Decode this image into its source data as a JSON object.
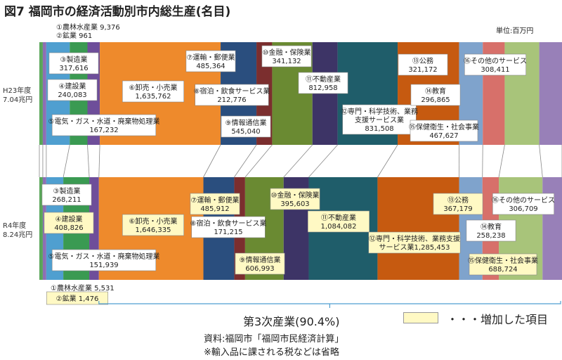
{
  "header": {
    "title": "図7 福岡市の経済活動別市内総生産(名目)",
    "unit": "単位:百万円"
  },
  "footer": {
    "tertiary": "第3次産業(90.4%)",
    "legend": "・・・増加した項目",
    "source": "資料:福岡市「福岡市民経済計算」",
    "note": "※輸入品に課される税などは省略"
  },
  "colors": {
    "highlight": "#fff9c4",
    "industries": [
      "#5aa65a",
      "#8e6fb3",
      "#4f9fd0",
      "#3a9a52",
      "#6e4e9a",
      "#ee8a2c",
      "#2a4e7e",
      "#7b2e2e",
      "#6a8a32",
      "#3d3466",
      "#1f5d6a",
      "#c65a10",
      "#7fa3cc",
      "#d7706a",
      "#a8c47a",
      "#9880b8"
    ]
  },
  "chart_data": {
    "type": "bar",
    "stacked": true,
    "orientation": "horizontal",
    "grid": false,
    "categories": [
      "①農林水産業",
      "②鉱業",
      "③製造業",
      "④建設業",
      "⑤電気・ガス・水道・廃棄物処理業",
      "⑥卸売・小売業",
      "⑦運輸・郵便業",
      "⑧宿泊・飲食サービス業",
      "⑨情報通信業",
      "⑩金融・保険業",
      "⑪不動産業",
      "⑫専門・科学技術、業務支援サービス業",
      "⑬公務",
      "⑭教育",
      "⑮保健衛生・社会事業",
      "⑯その他のサービス"
    ],
    "series": [
      {
        "name": "H23年度",
        "total_label": "7.04兆円",
        "values": [
          9376,
          961,
          317616,
          240083,
          167232,
          1635762,
          485364,
          212776,
          545040,
          341132,
          812958,
          831508,
          321172,
          296865,
          467627,
          308411
        ]
      },
      {
        "name": "R4年度",
        "total_label": "8.24兆円",
        "values": [
          5531,
          1476,
          268211,
          408826,
          151939,
          1646335,
          485912,
          171215,
          606993,
          395603,
          1084082,
          1285453,
          367179,
          258238,
          688724,
          306709
        ],
        "increased": [
          false,
          true,
          false,
          true,
          false,
          true,
          true,
          false,
          true,
          true,
          true,
          true,
          true,
          false,
          true,
          false
        ]
      }
    ],
    "labels": {
      "H23年度": [
        [
          "①農林水産業 9,376"
        ],
        [
          "②鉱業 961"
        ],
        [
          "③製造業",
          "317,616"
        ],
        [
          "④建設業",
          "240,083"
        ],
        [
          "⑤電気・ガス・水道・廃棄物処理業",
          "167,232"
        ],
        [
          "⑥卸売・小売業",
          "1,635,762"
        ],
        [
          "⑦運輸・郵便業",
          "485,364"
        ],
        [
          "⑧宿泊・飲食サービス業",
          "212,776"
        ],
        [
          "⑨情報通信業",
          "545,040"
        ],
        [
          "⑩金融・保険業",
          "341,132"
        ],
        [
          "⑪不動産業",
          "812,958"
        ],
        [
          "⑫専門・科学技術、業務",
          "支援サービス業",
          "831,508"
        ],
        [
          "⑬公務",
          "321,172"
        ],
        [
          "⑭教育",
          "296,865"
        ],
        [
          "⑮保健衛生・社会事業",
          "467,627"
        ],
        [
          "⑯その他のサービス",
          "308,411"
        ]
      ],
      "R4年度": [
        [
          "①農林水産業 5,531"
        ],
        [
          "②鉱業 1,476"
        ],
        [
          "③製造業",
          "268,211"
        ],
        [
          "④建設業",
          "408,826"
        ],
        [
          "⑤電気・ガス・水道・廃棄物処理業",
          "151,939"
        ],
        [
          "⑥卸売・小売業",
          "1,646,335"
        ],
        [
          "⑦運輸・郵便業",
          "485,912"
        ],
        [
          "⑧宿泊・飲食サービス業",
          "171,215"
        ],
        [
          "⑨情報通信業",
          "606,993"
        ],
        [
          "⑩金融・保険業",
          "395,603"
        ],
        [
          "⑪不動産業",
          "1,084,082"
        ],
        [
          "⑫専門・科学技術、業務支援",
          "サービス業1,285,453"
        ],
        [
          "⑬公務",
          "367,179"
        ],
        [
          "⑭教育",
          "258,238"
        ],
        [
          "⑮保健衛生・社会事業",
          "688,724"
        ],
        [
          "⑯その他のサービス",
          "306,709"
        ]
      ]
    }
  }
}
